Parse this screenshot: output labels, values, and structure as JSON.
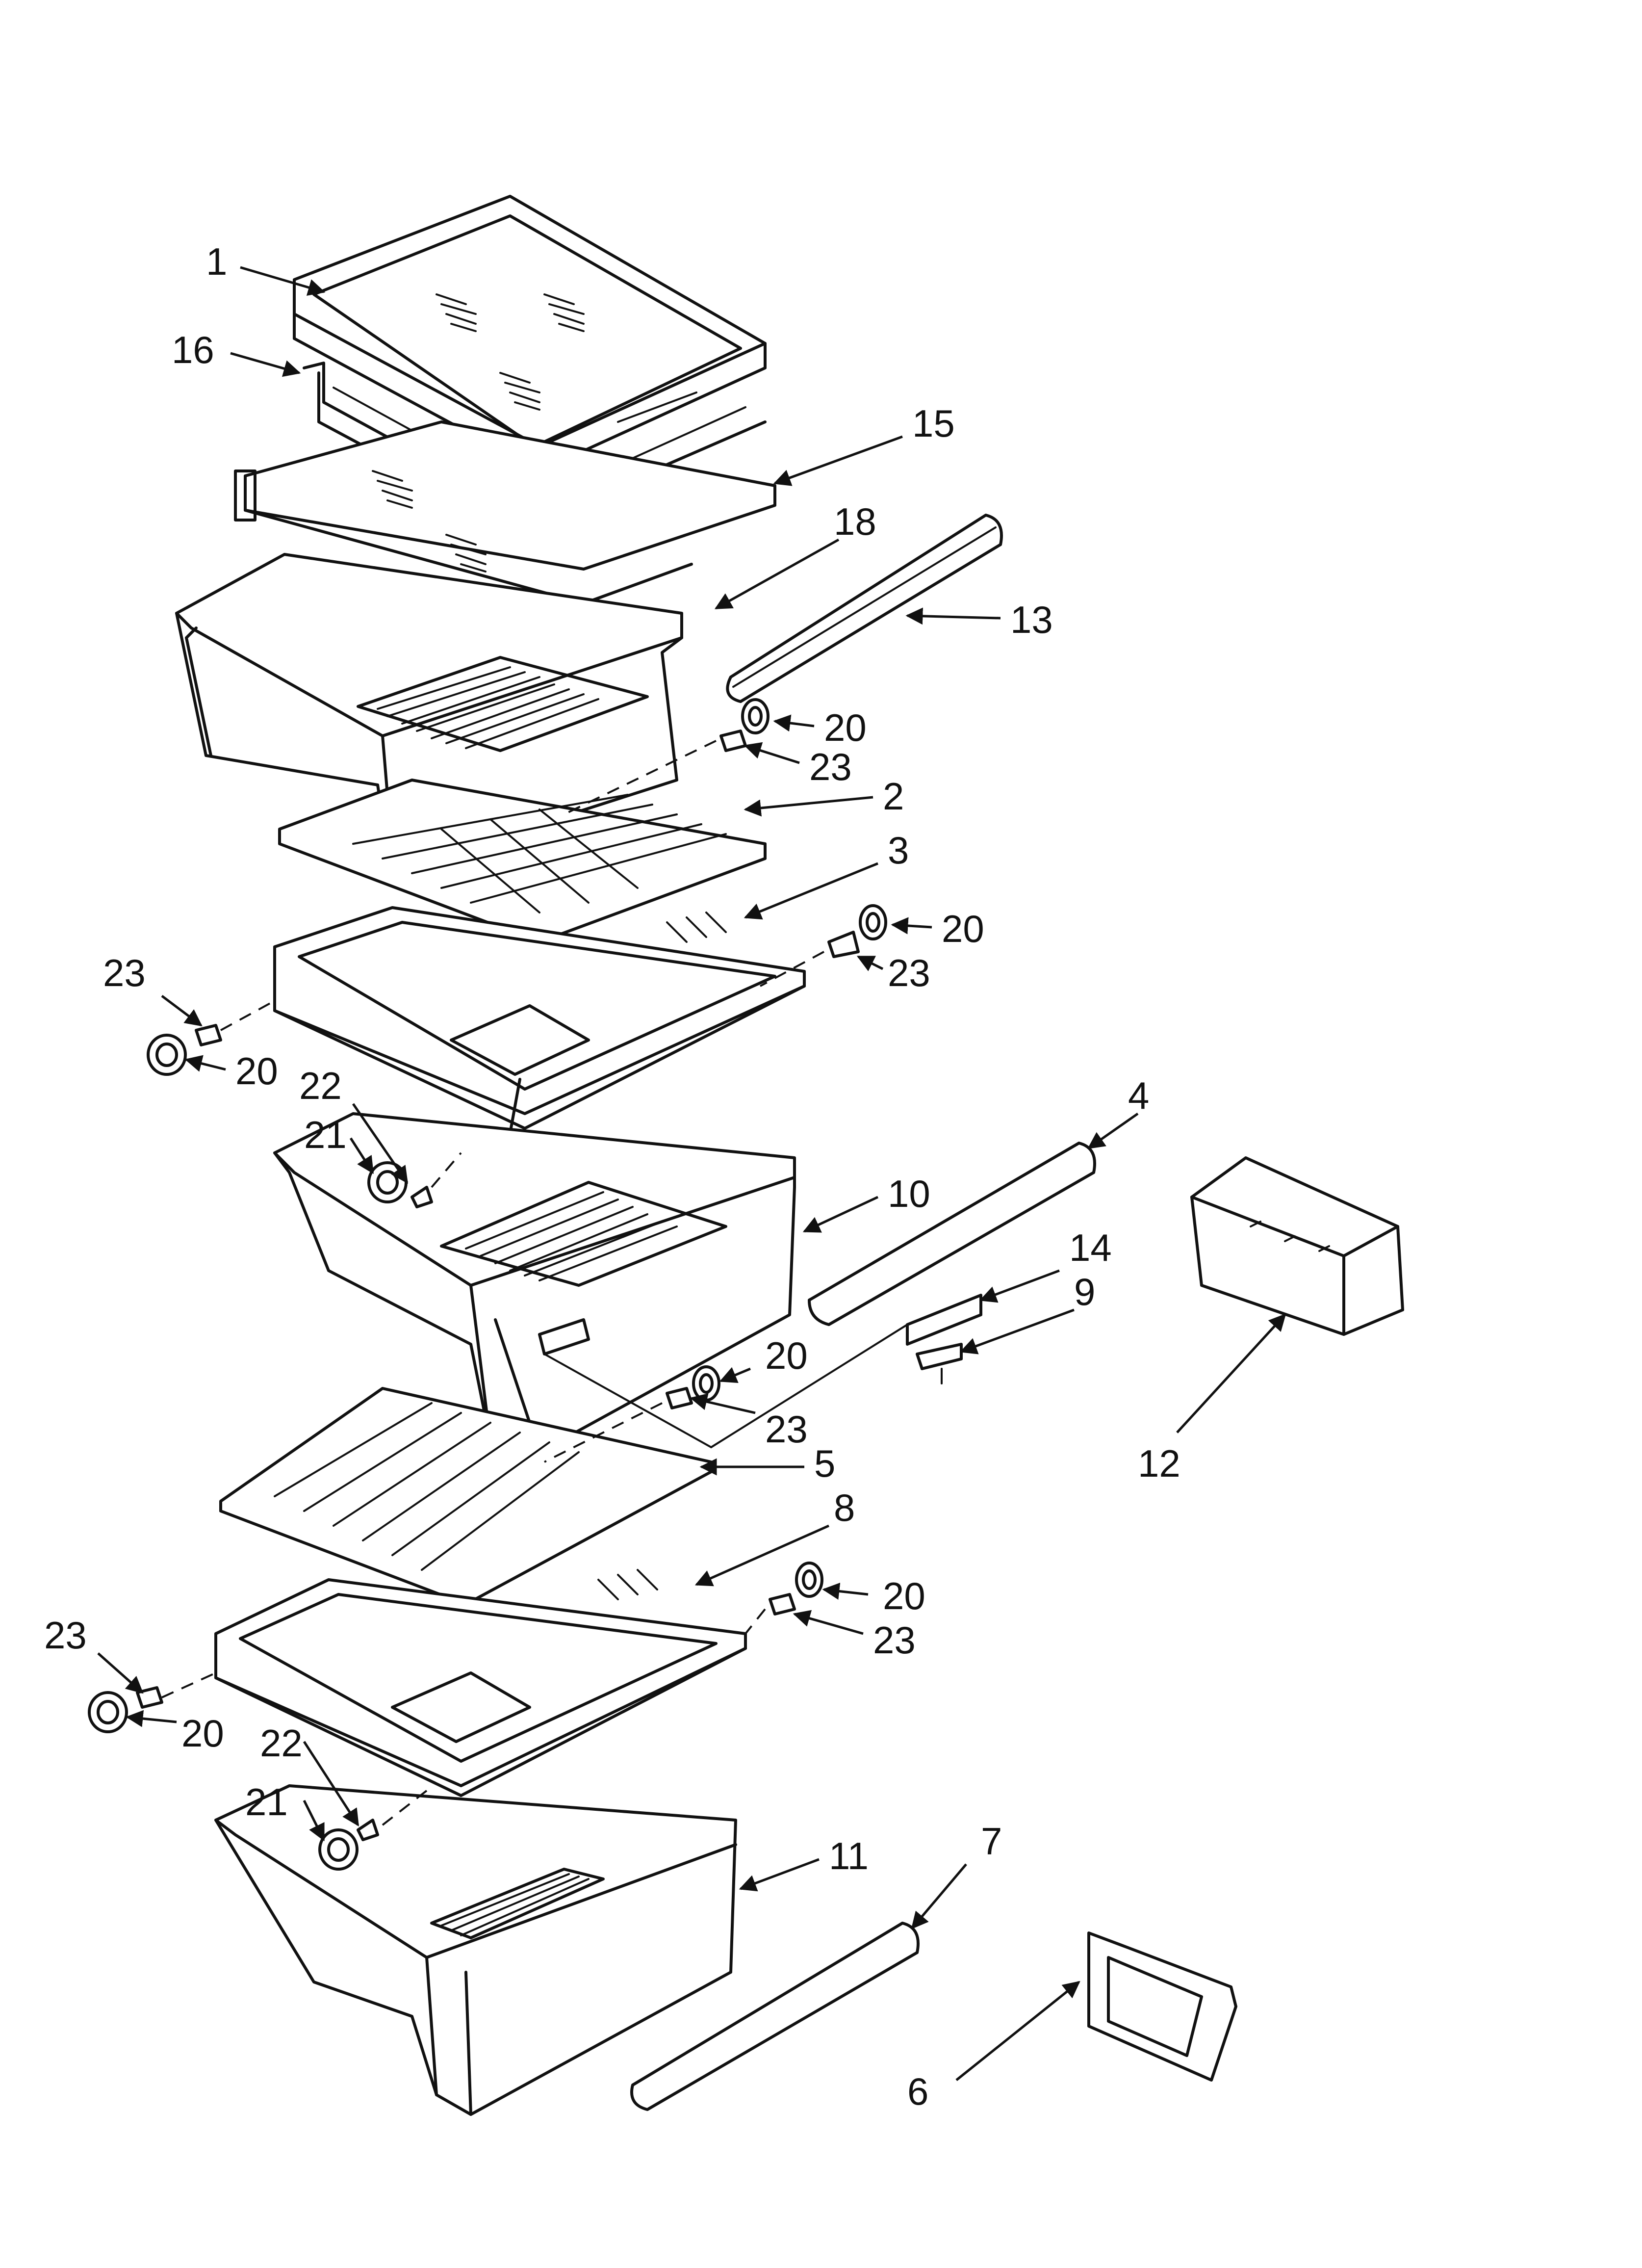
{
  "callouts": {
    "c1": "1",
    "c2": "2",
    "c3": "3",
    "c4": "4",
    "c5": "5",
    "c6": "6",
    "c7": "7",
    "c8": "8",
    "c9": "9",
    "c10": "10",
    "c11": "11",
    "c12": "12",
    "c13": "13",
    "c14": "14",
    "c15": "15",
    "c16": "16",
    "c18": "18",
    "c20a": "20",
    "c20b": "20",
    "c20c": "20",
    "c20d": "20",
    "c20e": "20",
    "c20f": "20",
    "c21a": "21",
    "c21b": "21",
    "c22a": "22",
    "c22b": "22",
    "c23a": "23",
    "c23b": "23",
    "c23c": "23",
    "c23d": "23",
    "c23e": "23",
    "c23f": "23"
  },
  "style": {
    "line_color": "#111111",
    "background": "#ffffff"
  }
}
